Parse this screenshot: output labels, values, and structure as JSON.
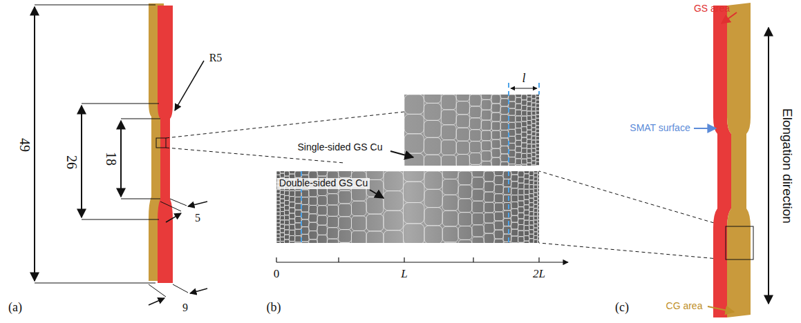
{
  "diagram": {
    "labels": [
      "49",
      "26",
      "18",
      "R5",
      "5",
      "9",
      "(a)",
      "Single-sided GS Cu",
      "Double-sided GS Cu",
      "l",
      "0",
      "L",
      "2L",
      "(b)",
      "GS area",
      "SMAT surface",
      "CG area",
      "Elongation direction",
      "(c)"
    ]
  }
}
